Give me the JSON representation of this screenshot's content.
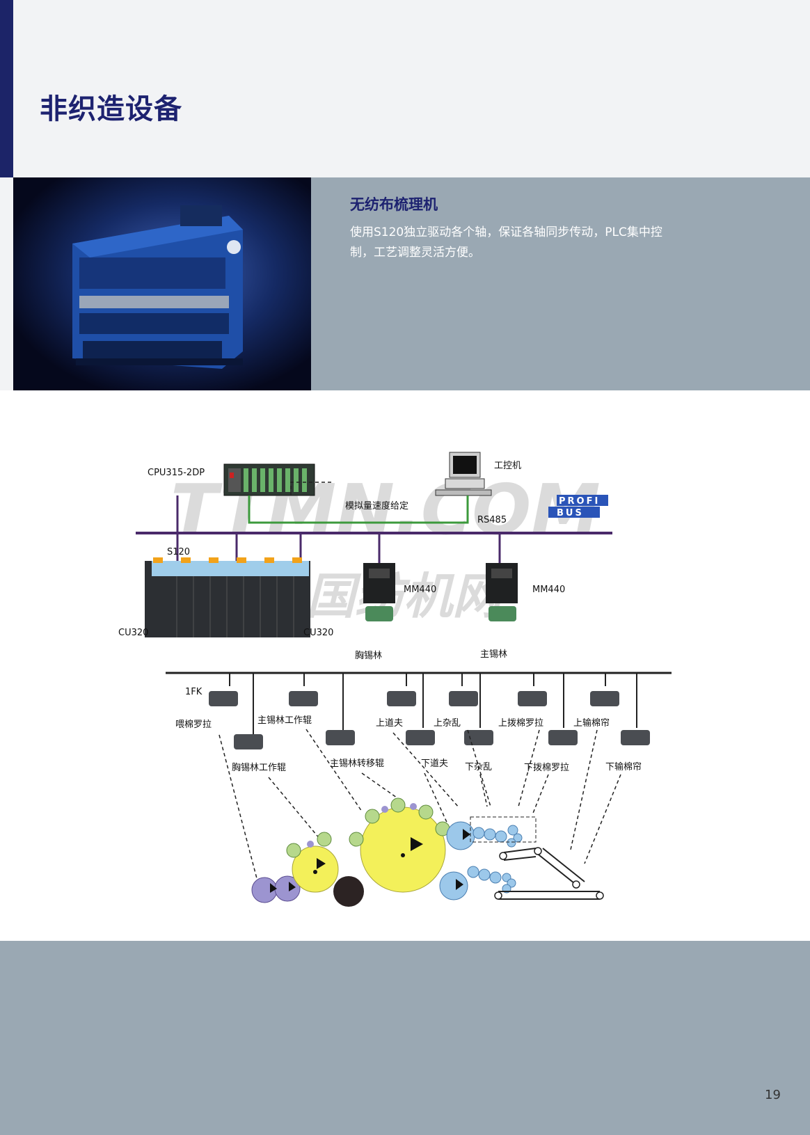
{
  "page": {
    "title": "非织造设备",
    "page_number": "19"
  },
  "section": {
    "title": "无纺布梳理机",
    "body": "使用S120独立驱动各个轴，保证各轴同步传动，PLC集中控制，工艺调整灵活方便。"
  },
  "diagram": {
    "plc_label": "CPU315-2DP",
    "pc_label": "工控机",
    "analog_label": "模拟量速度给定",
    "rs485_label": "RS485",
    "profibus_logo": [
      "PROFI",
      "BUS"
    ],
    "s120_label": "S120",
    "cu320_left": "CU320",
    "cu320_right": "CU320",
    "mm440_left": "MM440",
    "mm440_right": "MM440",
    "breast_cylinder": "胸锡林",
    "main_cylinder": "主锡林",
    "servo_label": "1FK",
    "motors": {
      "feed_roller": "喂棉罗拉",
      "breast_worker": "胸锡林工作辊",
      "main_worker": "主锡林工作辊",
      "main_transfer": "主锡林转移辊",
      "upper_doffer": "上道夫",
      "lower_doffer": "下道夫",
      "upper_condenser": "上杂乱",
      "lower_condenser": "下杂乱",
      "upper_stripper": "上拨棉罗拉",
      "lower_stripper": "下拨棉罗拉",
      "upper_conveyor": "上输棉帘",
      "lower_conveyor": "下输棉帘"
    },
    "watermark_top": "TTMN.COM",
    "watermark_bottom": "中国纺机网"
  },
  "colors": {
    "navy": "#1d2270",
    "band": "#9aa8b3",
    "bus_line": "#4a2a6a",
    "green_line": "#3c9a3c",
    "yellow": "#f3f05a",
    "light_blue": "#9cc8ea",
    "purple": "#9c94d0",
    "green_roller": "#b6d88c"
  }
}
